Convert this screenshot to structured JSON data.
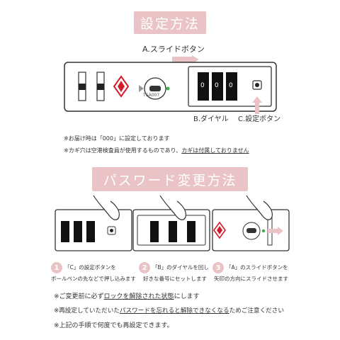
{
  "section1": {
    "title": "設定方法",
    "label_slide": "A.スライドボタン",
    "label_dial": "B.ダイヤル",
    "label_set": "C.設定ボタン",
    "tsa_text": "TSA007",
    "dial_digits": [
      "0",
      "0",
      "0"
    ],
    "note1": "※お届け時は「000」に設定しております",
    "note2_pre": "※カギ穴は空港検査員が使用するものであり、",
    "note2_em": "カギは付属しておりません"
  },
  "section2": {
    "title": "パスワード変更方法",
    "steps": [
      {
        "num": "1",
        "line1": "「C」の設定ボタンを",
        "line2": "ボールペンの先などで押し込みます"
      },
      {
        "num": "2",
        "line1": "「B」のダイヤルを回し",
        "line2": "好きな番号にセットします"
      },
      {
        "num": "3",
        "line1": "「A」のスライドボタンを",
        "line2": "矢印の方向にスライドさせます"
      }
    ],
    "notes": [
      {
        "pre": "※ご変更前に必ず",
        "em": "ロックを解除された状態",
        "post": "にします"
      },
      {
        "pre": "※再設定していただいた",
        "em": "パスワードを忘れると解除できなくなる",
        "post": "ためご注意ください"
      },
      {
        "pre": "※上記の手順で何度でも再設定できます。",
        "em": "",
        "post": ""
      }
    ]
  },
  "colors": {
    "pink": "#e9c3c6",
    "red": "#d21c2a",
    "green": "#3fae49",
    "dark": "#222222"
  }
}
